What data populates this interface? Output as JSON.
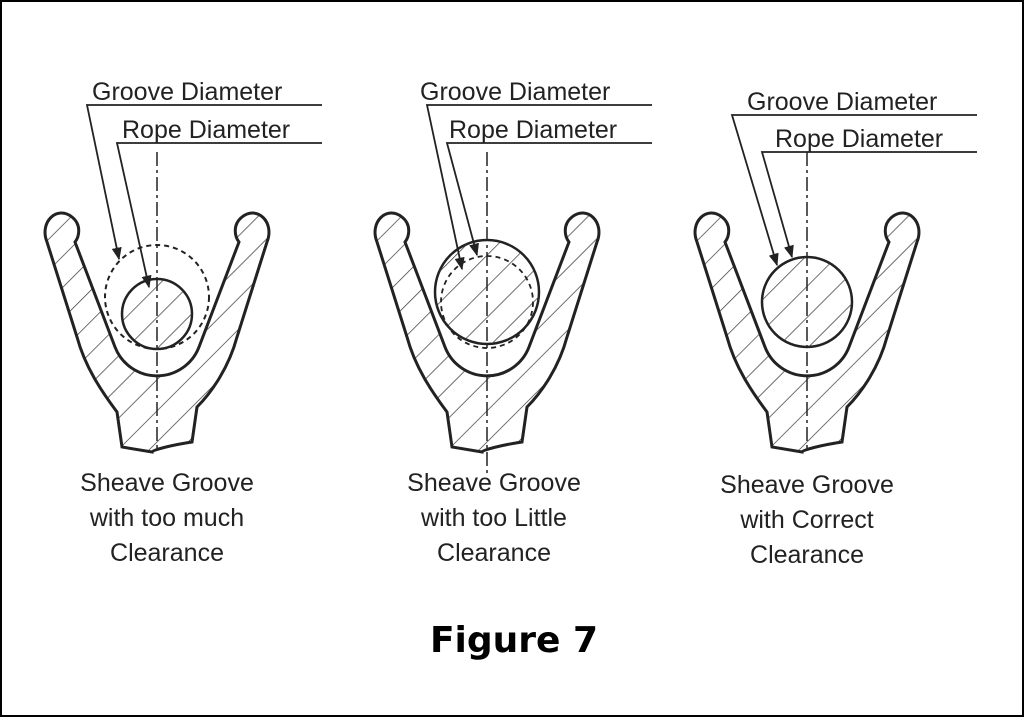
{
  "figure_label": "Figure 7",
  "panels": [
    {
      "groove_label": "Groove Diameter",
      "rope_label": "Rope Diameter",
      "caption": [
        "Sheave Groove",
        "with too much",
        "Clearance"
      ]
    },
    {
      "groove_label": "Groove Diameter",
      "rope_label": "Rope Diameter",
      "caption": [
        "Sheave Groove",
        "with too Little",
        "Clearance"
      ]
    },
    {
      "groove_label": "Groove Diameter",
      "rope_label": "Rope Diameter",
      "caption": [
        "Sheave Groove",
        "with Correct",
        "Clearance"
      ]
    }
  ]
}
